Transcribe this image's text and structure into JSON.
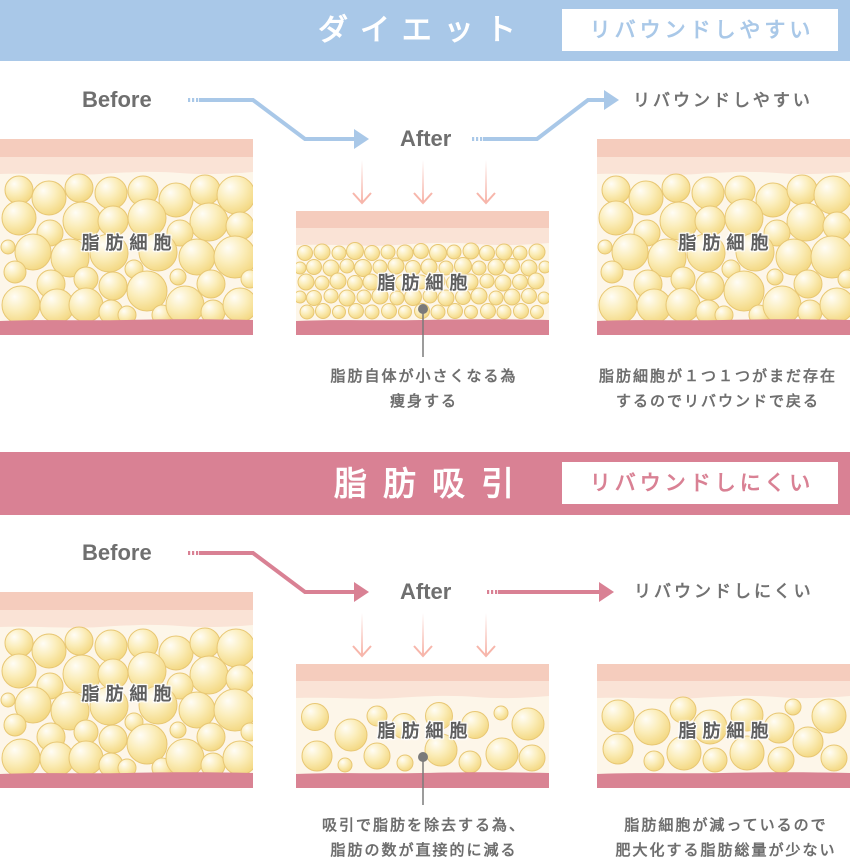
{
  "colors": {
    "diet_accent": "#a9c8e8",
    "liposuction_accent": "#d98194",
    "text_gray": "#707070",
    "skin_top_band": "#f5ccbd",
    "skin_light_band": "#fae3d6",
    "fat_layer_bg": "#fdf6e9",
    "muscle_band": "#d98393",
    "fat_cell_fill": "#f6dd8c",
    "down_arrow": "#f7b6ab"
  },
  "sections": [
    {
      "id": "diet",
      "title": "ダイエット",
      "badge": "リバウンドしやすい",
      "before_label": "Before",
      "after_label": "After",
      "result_label": "リバウンドしやすい",
      "panels": {
        "before": {
          "label": "脂肪細胞"
        },
        "after": {
          "label": "脂肪細胞"
        },
        "result": {
          "label": "脂肪細胞"
        }
      },
      "captions": {
        "after": [
          "脂肪自体が小さくなる為",
          "痩身する"
        ],
        "result": [
          "脂肪細胞が１つ１つがまだ存在",
          "するのでリバウンドで戻る"
        ]
      }
    },
    {
      "id": "liposuction",
      "title": "脂肪吸引",
      "badge": "リバウンドしにくい",
      "before_label": "Before",
      "after_label": "After",
      "result_label": "リバウンドしにくい",
      "panels": {
        "before": {
          "label": "脂肪細胞"
        },
        "after": {
          "label": "脂肪細胞"
        },
        "result": {
          "label": "脂肪細胞"
        }
      },
      "captions": {
        "after": [
          "吸引で脂肪を除去する為、",
          "脂肪の数が直接的に減る"
        ],
        "result": [
          "脂肪細胞が減っているので",
          "肥大化する脂肪総量が少ない"
        ]
      }
    }
  ]
}
